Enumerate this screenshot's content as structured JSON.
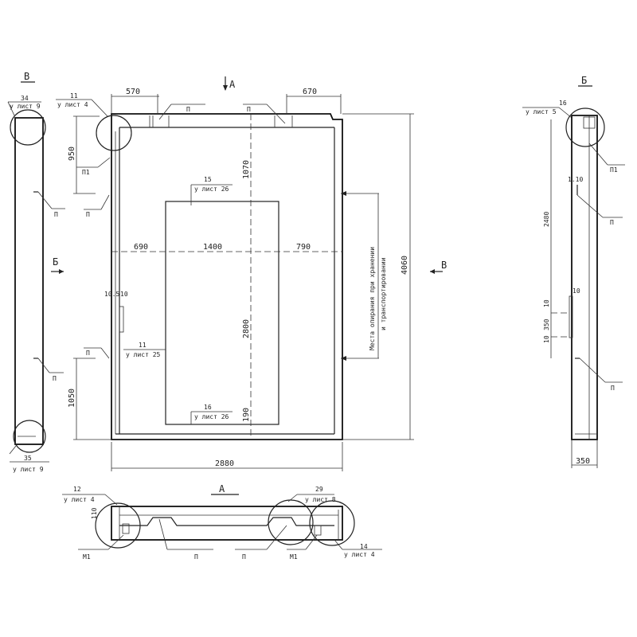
{
  "view_v": {
    "title": "В",
    "callout_top": {
      "num": "34",
      "ref": "у лист 9"
    },
    "callout_bottom": {
      "num": "35",
      "ref": "у лист 9"
    },
    "mark_p": "П",
    "arrow_b": "Б"
  },
  "main": {
    "arrow_a": "А",
    "arrow_v": "В",
    "dim_570": "570",
    "dim_670": "670",
    "dim_950": "950",
    "dim_1070": "1070",
    "dim_690": "690",
    "dim_1400": "1400",
    "dim_790": "790",
    "dim_4060": "4060",
    "dim_2800": "2800",
    "dim_190": "190",
    "dim_1050": "1050",
    "dim_2880": "2880",
    "dim_105": "10.5",
    "dim_10": "10",
    "mark_p": "П",
    "mark_p1": "П1",
    "callout_corner": {
      "num": "11",
      "ref": "у лист 4"
    },
    "callout_opening_top": {
      "num": "15",
      "ref": "у лист 26"
    },
    "callout_opening_bottom": {
      "num": "16",
      "ref": "у лист 26"
    },
    "callout_side": {
      "num": "11",
      "ref": "у лист 25"
    },
    "note_line1": "Места опирания при хранении",
    "note_line2": "и транспортировании"
  },
  "view_b": {
    "title": "Б",
    "callout_top": {
      "num": "16",
      "ref": "у лист 5"
    },
    "mark_p1": "П1",
    "mark_p": "П",
    "dim_110": "1.10",
    "dim_2480": "2480",
    "dim_10a": "10",
    "dim_10b": "10",
    "dim_10c": "10",
    "dim_350": "350",
    "dim_350_bottom": "350"
  },
  "view_a": {
    "title": "А",
    "callout_left": {
      "num": "12",
      "ref": "у лист 4"
    },
    "callout_mid": {
      "num": "29",
      "ref": "у лист 8"
    },
    "callout_right": {
      "num": "14",
      "ref": "у лист 4"
    },
    "mark_m1": "М1",
    "mark_p": "П",
    "dim_110": "110"
  }
}
